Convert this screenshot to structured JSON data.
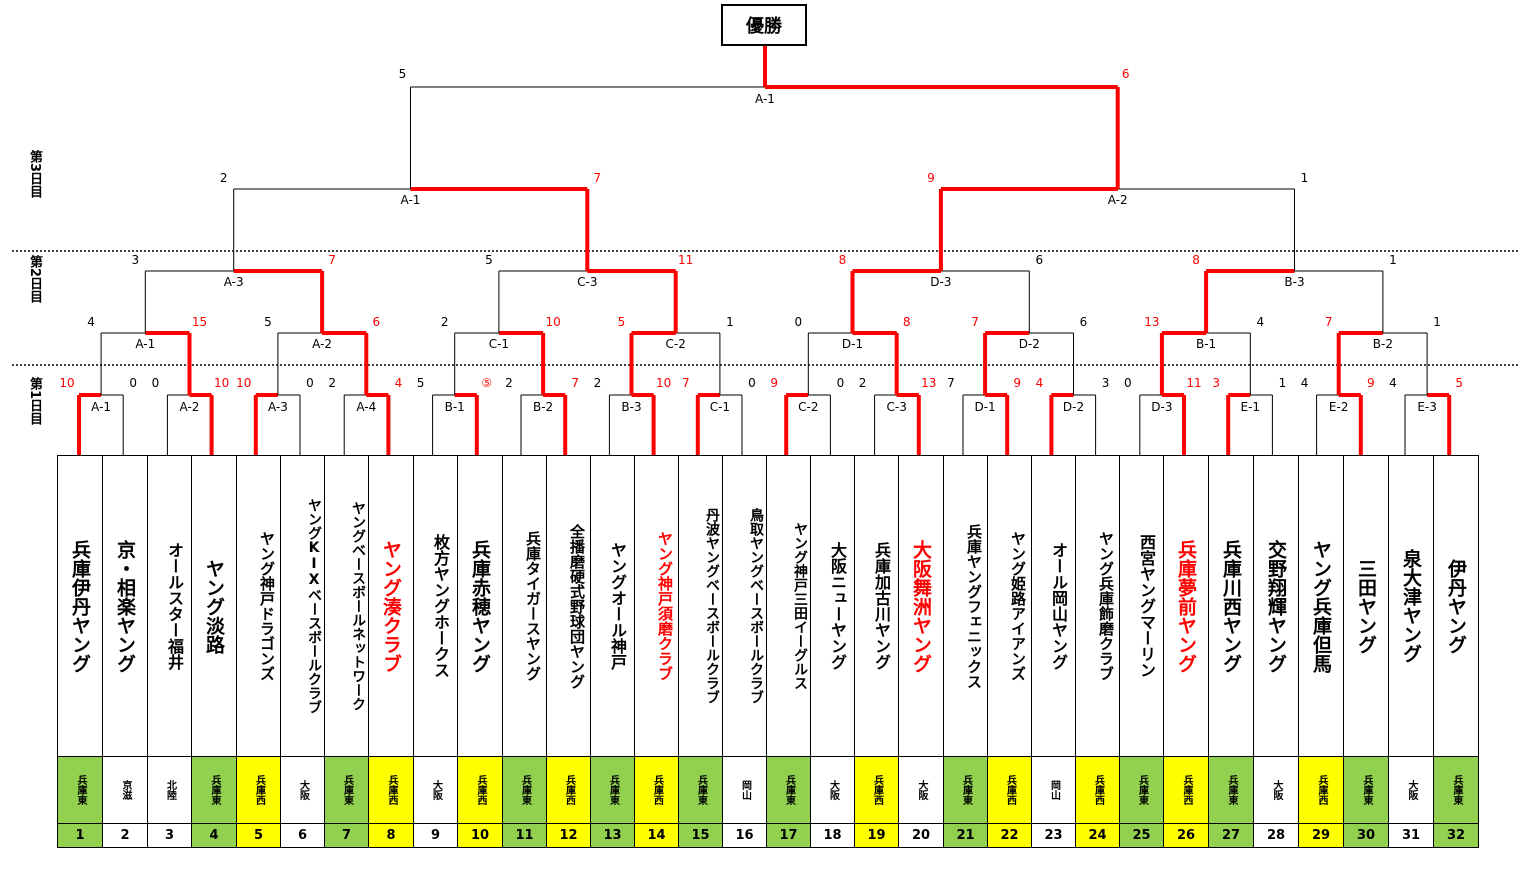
{
  "title": "優勝",
  "days": [
    "第3日目",
    "第2日目",
    "第1日目"
  ],
  "colors": {
    "winner": "#ff0000",
    "east": "#92d050",
    "west": "#ffff00"
  },
  "teams": [
    {
      "name": "兵庫伊丹ヤング",
      "region": "兵庫東",
      "seed": "1",
      "red": false,
      "hl": "green"
    },
    {
      "name": "京・相楽ヤング",
      "region": "京滋",
      "seed": "2",
      "red": false,
      "hl": ""
    },
    {
      "name": "オールスター福井",
      "region": "北陸",
      "seed": "3",
      "red": false,
      "hl": ""
    },
    {
      "name": "ヤング淡路",
      "region": "兵庫東",
      "seed": "4",
      "red": false,
      "hl": "green"
    },
    {
      "name": "ヤング神戸ドラゴンズ",
      "region": "兵庫西",
      "seed": "5",
      "red": false,
      "hl": "yellow"
    },
    {
      "name": "ヤングKIXベースボールクラブ",
      "region": "大阪",
      "seed": "6",
      "red": false,
      "hl": ""
    },
    {
      "name": "ヤングベースボールネットワーク",
      "region": "兵庫東",
      "seed": "7",
      "red": false,
      "hl": "green"
    },
    {
      "name": "ヤング湊クラブ",
      "region": "兵庫西",
      "seed": "8",
      "red": true,
      "hl": "yellow"
    },
    {
      "name": "枚方ヤングホークス",
      "region": "大阪",
      "seed": "9",
      "red": false,
      "hl": ""
    },
    {
      "name": "兵庫赤穂ヤング",
      "region": "兵庫西",
      "seed": "10",
      "red": false,
      "hl": "yellow"
    },
    {
      "name": "兵庫タイガースヤング",
      "region": "兵庫東",
      "seed": "11",
      "red": false,
      "hl": "green"
    },
    {
      "name": "全播磨硬式野球団ヤング",
      "region": "兵庫西",
      "seed": "12",
      "red": false,
      "hl": "yellow"
    },
    {
      "name": "ヤングオール神戸",
      "region": "兵庫東",
      "seed": "13",
      "red": false,
      "hl": "green"
    },
    {
      "name": "ヤング神戸須磨クラブ",
      "region": "兵庫西",
      "seed": "14",
      "red": true,
      "hl": "yellow"
    },
    {
      "name": "丹波ヤングベースボールクラブ",
      "region": "兵庫東",
      "seed": "15",
      "red": false,
      "hl": "green"
    },
    {
      "name": "鳥取ヤングベースボールクラブ",
      "region": "岡山",
      "seed": "16",
      "red": false,
      "hl": ""
    },
    {
      "name": "ヤング神戸三田イーグルス",
      "region": "兵庫東",
      "seed": "17",
      "red": false,
      "hl": "green"
    },
    {
      "name": "大阪ニューヤング",
      "region": "大阪",
      "seed": "18",
      "red": false,
      "hl": ""
    },
    {
      "name": "兵庫加古川ヤング",
      "region": "兵庫西",
      "seed": "19",
      "red": false,
      "hl": "yellow"
    },
    {
      "name": "大阪舞洲ヤング",
      "region": "大阪",
      "seed": "20",
      "red": true,
      "hl": ""
    },
    {
      "name": "兵庫ヤングフェニックス",
      "region": "兵庫東",
      "seed": "21",
      "red": false,
      "hl": "green"
    },
    {
      "name": "ヤング姫路アイアンズ",
      "region": "兵庫西",
      "seed": "22",
      "red": false,
      "hl": "yellow"
    },
    {
      "name": "オール岡山ヤング",
      "region": "岡山",
      "seed": "23",
      "red": false,
      "hl": ""
    },
    {
      "name": "ヤング兵庫飾磨クラブ",
      "region": "兵庫西",
      "seed": "24",
      "red": false,
      "hl": "yellow"
    },
    {
      "name": "西宮ヤングマーリン",
      "region": "兵庫東",
      "seed": "25",
      "red": false,
      "hl": "green"
    },
    {
      "name": "兵庫夢前ヤング",
      "region": "兵庫西",
      "seed": "26",
      "red": true,
      "hl": "yellow"
    },
    {
      "name": "兵庫川西ヤング",
      "region": "兵庫東",
      "seed": "27",
      "red": false,
      "hl": "green"
    },
    {
      "name": "交野翔輝ヤング",
      "region": "大阪",
      "seed": "28",
      "red": false,
      "hl": ""
    },
    {
      "name": "ヤング兵庫但馬",
      "region": "兵庫西",
      "seed": "29",
      "red": false,
      "hl": "yellow"
    },
    {
      "name": "三田ヤング",
      "region": "兵庫東",
      "seed": "30",
      "red": false,
      "hl": "green"
    },
    {
      "name": "泉大津ヤング",
      "region": "大阪",
      "seed": "31",
      "red": false,
      "hl": ""
    },
    {
      "name": "伊丹ヤング",
      "region": "兵庫東",
      "seed": "32",
      "red": false,
      "hl": "green"
    }
  ],
  "round1": [
    {
      "label": "A-1",
      "s1": "10",
      "s2": "0",
      "w": 0
    },
    {
      "label": "A-2",
      "s1": "0",
      "s2": "10",
      "w": 1
    },
    {
      "label": "A-3",
      "s1": "10",
      "s2": "0",
      "w": 0
    },
    {
      "label": "A-4",
      "s1": "2",
      "s2": "4",
      "w": 1
    },
    {
      "label": "B-1",
      "s1": "5",
      "s2": "⑤",
      "w": 1
    },
    {
      "label": "B-2",
      "s1": "2",
      "s2": "7",
      "w": 1
    },
    {
      "label": "B-3",
      "s1": "2",
      "s2": "10",
      "w": 1
    },
    {
      "label": "C-1",
      "s1": "7",
      "s2": "0",
      "w": 0
    },
    {
      "label": "C-2",
      "s1": "9",
      "s2": "0",
      "w": 0
    },
    {
      "label": "C-3",
      "s1": "2",
      "s2": "13",
      "w": 1
    },
    {
      "label": "D-1",
      "s1": "7",
      "s2": "9",
      "w": 1
    },
    {
      "label": "D-2",
      "s1": "4",
      "s2": "3",
      "w": 0
    },
    {
      "label": "D-3",
      "s1": "0",
      "s2": "11",
      "w": 1
    },
    {
      "label": "E-1",
      "s1": "3",
      "s2": "1",
      "w": 0
    },
    {
      "label": "E-2",
      "s1": "4",
      "s2": "9",
      "w": 1
    },
    {
      "label": "E-3",
      "s1": "4",
      "s2": "5",
      "w": 1
    }
  ],
  "round2": [
    {
      "label": "A-1",
      "s1": "4",
      "s2": "15",
      "w": 1
    },
    {
      "label": "A-2",
      "s1": "5",
      "s2": "6",
      "w": 1
    },
    {
      "label": "C-1",
      "s1": "2",
      "s2": "10",
      "w": 1
    },
    {
      "label": "C-2",
      "s1": "5",
      "s2": "1",
      "w": 0
    },
    {
      "label": "D-1",
      "s1": "0",
      "s2": "8",
      "w": 1
    },
    {
      "label": "D-2",
      "s1": "7",
      "s2": "6",
      "w": 0
    },
    {
      "label": "B-1",
      "s1": "13",
      "s2": "4",
      "w": 0
    },
    {
      "label": "B-2",
      "s1": "7",
      "s2": "1",
      "w": 0
    }
  ],
  "round3": [
    {
      "label": "A-3",
      "s1": "3",
      "s2": "7",
      "w": 1
    },
    {
      "label": "C-3",
      "s1": "5",
      "s2": "11",
      "w": 1
    },
    {
      "label": "D-3",
      "s1": "8",
      "s2": "6",
      "w": 0
    },
    {
      "label": "B-3",
      "s1": "8",
      "s2": "1",
      "w": 0
    }
  ],
  "round4": [
    {
      "label": "A-1",
      "s1": "2",
      "s2": "7",
      "w": 1
    },
    {
      "label": "A-2",
      "s1": "9",
      "s2": "1",
      "w": 0
    }
  ],
  "final": {
    "label": "A-1",
    "s1": "5",
    "s2": "6",
    "w": 1
  }
}
